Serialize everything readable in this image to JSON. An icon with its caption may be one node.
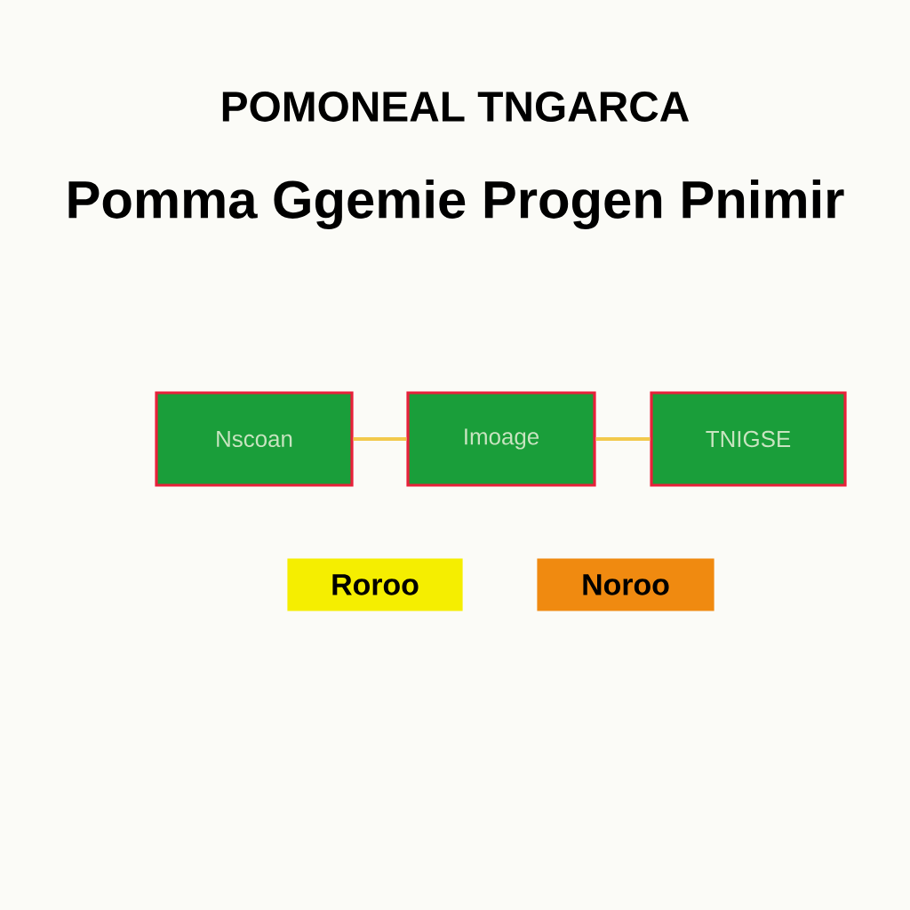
{
  "diagram": {
    "title": "POMONEAL TNGARCA",
    "nodes": [
      {
        "text": [
          "Nscoan"
        ]
      },
      {
        "text": [
          "Imoage"
        ]
      },
      {
        "text": [
          "TNIGSE"
        ]
      },
      {
        "text": [
          "Roroo"
        ]
      },
      {
        "text": [
          "Noroo"
        ]
      }
    ],
    "edges": [
      {
        "from": 0,
        "to": 1,
        "arrow": "none"
      },
      {
        "from": 1,
        "to": 2,
        "arrow": "none"
      }
    ],
    "labels": [
      "Pomma Ggemie Progen Pnimir"
    ]
  }
}
